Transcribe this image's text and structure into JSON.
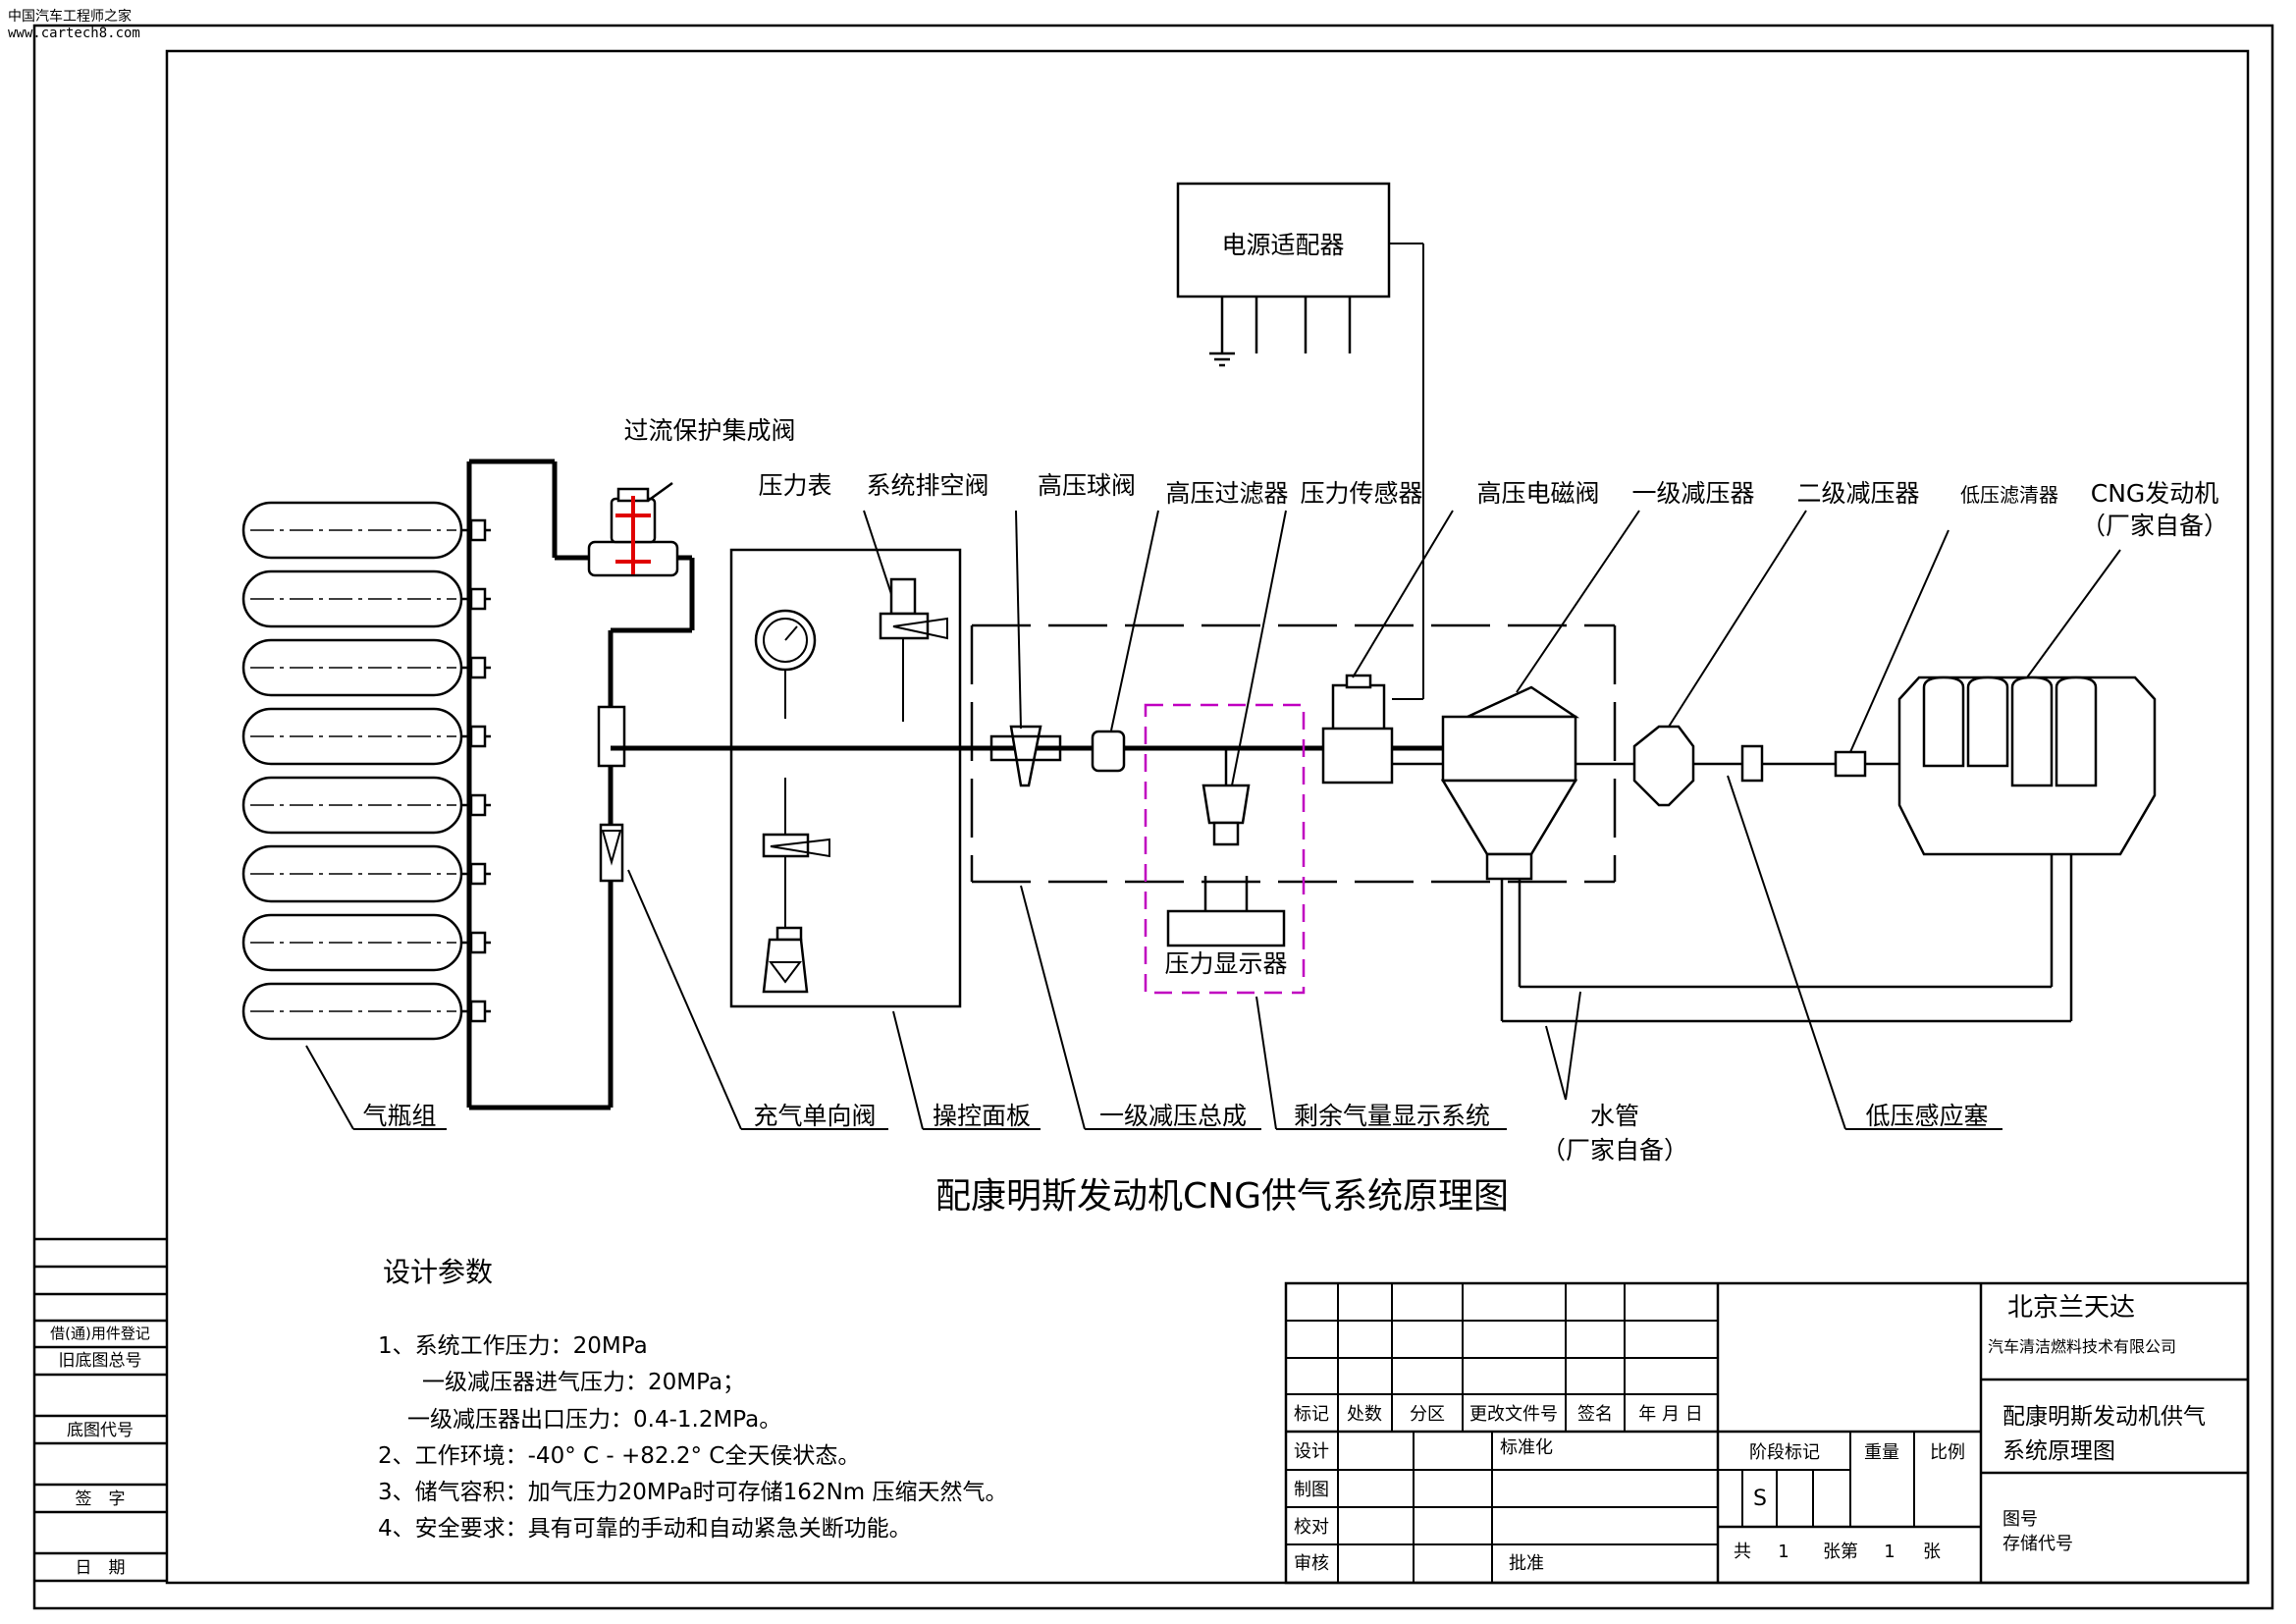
{
  "watermark": {
    "line1": "中国汽车工程师之家",
    "line2": "www.cartech8.com"
  },
  "title": "配康明斯发动机CNG供气系统原理图",
  "components": {
    "power_adapter": "电源适配器",
    "overflow_valve": "过流保护集成阀",
    "pressure_gauge": "压力表",
    "vent_valve": "系统排空阀",
    "ball_valve": "高压球阀",
    "hp_filter": "高压过滤器",
    "pressure_sensor": "压力传感器",
    "solenoid_valve": "高压电磁阀",
    "regulator_1": "一级减压器",
    "regulator_2": "二级减压器",
    "lp_filter": "低压滤清器",
    "engine": "CNG发动机",
    "engine_note": "（厂家自备）",
    "pressure_display": "压力显示器",
    "cylinders": "气瓶组",
    "check_valve": "充气单向阀",
    "control_panel": "操控面板",
    "regulator_assembly": "一级减压总成",
    "gas_display_system": "剩余气量显示系统",
    "water_pipe": "水管",
    "water_pipe_note": "（厂家自备）",
    "lp_sensor": "低压感应塞"
  },
  "design_params": {
    "heading": "设计参数",
    "lines": [
      "1、系统工作压力：20MPa",
      "一级减压器进气压力：20MPa；",
      "一级减压器出口压力：0.4-1.2MPa。",
      "2、工作环境：-40° C - +82.2° C全天侯状态。",
      "3、储气容积：加气压力20MPa时可存储162Nm 压缩天然气。",
      "4、安全要求：具有可靠的手动和自动紧急关断功能。"
    ]
  },
  "left_strip": {
    "borrow": "借(通)用件登记",
    "old_drawing": "旧底图总号",
    "base_code": "底图代号",
    "signature": "签　字",
    "date": "日　期"
  },
  "title_block": {
    "company": "北京兰天达",
    "company_sub": "汽车清洁燃料技术有限公司",
    "drawing_name_1": "配康明斯发动机供气",
    "drawing_name_2": "系统原理图",
    "rev_headers": [
      "标记",
      "处数",
      "分区",
      "更改文件号",
      "签名",
      "年 月 日"
    ],
    "design": "设计",
    "standardize": "标准化",
    "draw": "制图",
    "check": "校对",
    "review": "审核",
    "approve": "批准",
    "stage_mark": "阶段标记",
    "weight": "重量",
    "scale": "比例",
    "stage_value": "S",
    "sheet_total_label": "共",
    "sheet_total": "1",
    "sheet_unit": "张第",
    "sheet_no": "1",
    "sheet_unit2": "张",
    "drawing_no": "图号",
    "storage_code": "存储代号"
  }
}
